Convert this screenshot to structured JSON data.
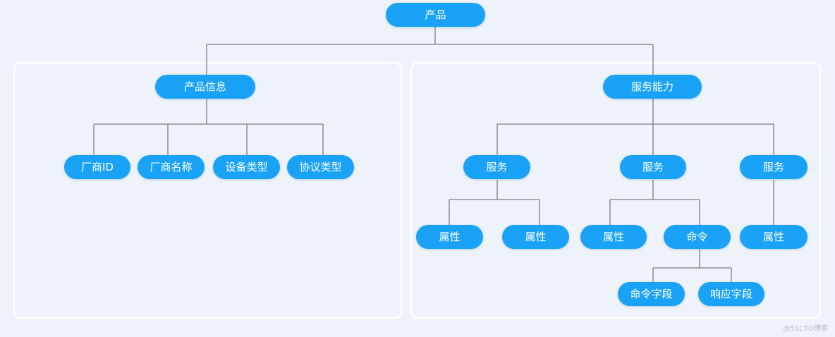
{
  "root": "产品",
  "groups": {
    "info": {
      "title": "产品信息",
      "items": [
        "厂商ID",
        "厂商名称",
        "设备类型",
        "协议类型"
      ]
    },
    "capability": {
      "title": "服务能力",
      "services": [
        {
          "label": "服务",
          "children": [
            "属性",
            "属性"
          ]
        },
        {
          "label": "服务",
          "children": [
            "属性",
            "命令"
          ],
          "command": {
            "label": "命令",
            "children": [
              "命令字段",
              "响应字段"
            ]
          }
        },
        {
          "label": "服务",
          "children": [
            "属性"
          ]
        }
      ]
    }
  },
  "watermark": "@51CTO博客"
}
